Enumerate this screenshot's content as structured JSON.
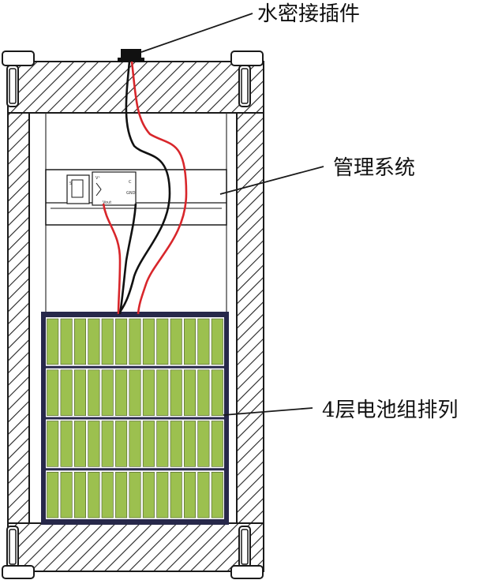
{
  "labels": {
    "connector": "水密接插件",
    "bms": "管理系统",
    "battery": "4层电池组排列"
  },
  "bms_board": {
    "pin_a": "S",
    "pin_b": "V⁺",
    "pin_c": "GND",
    "pin_d": "Vout",
    "pin_e": "C"
  },
  "battery_pack": {
    "layers": 4,
    "cells_per_layer": 13
  },
  "colors": {
    "cell_fill": "#9cc04f",
    "pack_frame": "#27284a",
    "wire_red": "#d8262b",
    "wire_black": "#111111",
    "outline": "#1a1a1a"
  }
}
